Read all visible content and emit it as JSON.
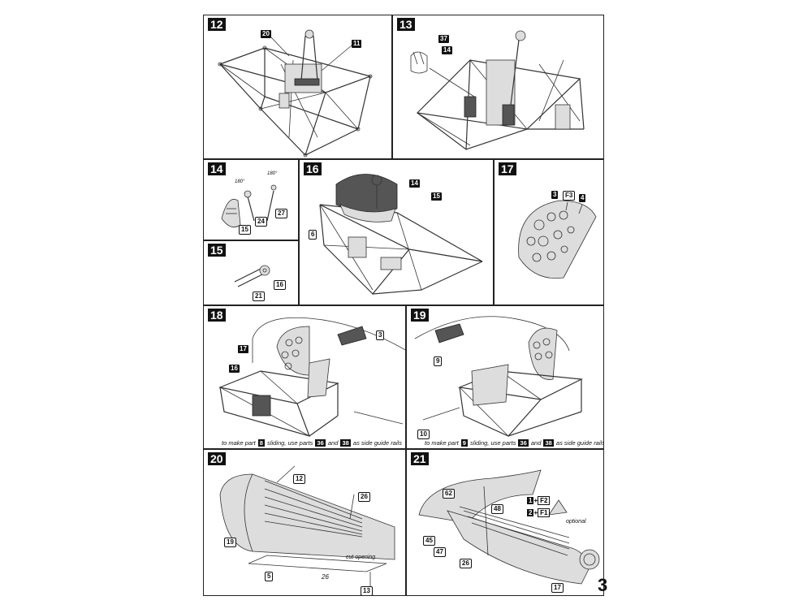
{
  "steps": {
    "s12": {
      "number": "12",
      "parts": [
        "20",
        "11"
      ]
    },
    "s13": {
      "number": "13",
      "parts": [
        "37",
        "14"
      ]
    },
    "s14": {
      "number": "14",
      "parts": [
        "180°",
        "180°",
        "24",
        "27",
        "15"
      ]
    },
    "s15": {
      "number": "15",
      "parts": [
        "21",
        "16"
      ]
    },
    "s16": {
      "number": "16",
      "parts": [
        "14",
        "15",
        "6"
      ]
    },
    "s17": {
      "number": "17",
      "parts": [
        "3",
        "F3",
        "4"
      ]
    },
    "s18": {
      "number": "18",
      "parts": [
        "3",
        "17",
        "16"
      ],
      "caption": {
        "pre": "to make part",
        "p1": "8",
        "mid": "sliding, use parts",
        "p2": "36",
        "and": "and",
        "p3": "38",
        "post": "as side guide rails"
      }
    },
    "s19": {
      "number": "19",
      "parts": [
        "9",
        "10"
      ],
      "caption": {
        "pre": "to make part",
        "p1": "9",
        "mid": "sliding, use parts",
        "p2": "36",
        "and": "and",
        "p3": "38",
        "post": "as side guide rails"
      }
    },
    "s20": {
      "number": "20",
      "parts": [
        "12",
        "26",
        "19",
        "5",
        "26",
        "13"
      ],
      "note": "cut opening"
    },
    "s21": {
      "number": "21",
      "parts": [
        "62",
        "48",
        "45",
        "47",
        "26",
        "17"
      ],
      "combo1": {
        "a": "1",
        "b": "F2"
      },
      "combo2": {
        "a": "2",
        "b": "F1"
      },
      "note": "optional"
    }
  },
  "page_number": "3",
  "icons": [
    "cockpit-frame-drawing",
    "rudder-pedal-drawing",
    "instrument-panel-drawing",
    "fuselage-drawing"
  ]
}
